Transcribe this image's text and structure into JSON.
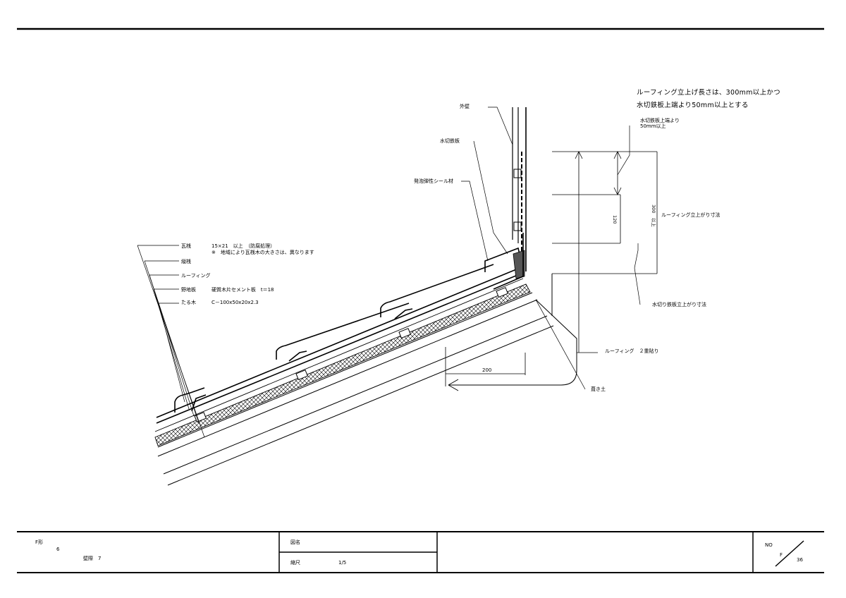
{
  "notes": {
    "main_line1": "ルーフィング立上げ長さは、300mm以上かつ",
    "main_line2": "水切鉄板上端より50mm以上とする",
    "sub_line1": "水切鉄板上端より",
    "sub_line2": "50mm以上"
  },
  "callouts": {
    "outer_wall": "外壁",
    "flashing": "水切鉄板",
    "sealant": "発泡弾性シール材",
    "roofing_rise": "ルーフィング立上がり寸法",
    "flashing_rise": "水切り鉄板立上がり寸法",
    "roofing_double": "ルーフィング　２重貼り",
    "mortar": "葺き土"
  },
  "legend": [
    {
      "name": "瓦桟",
      "spec": "15×21　以上　（防腐処理）"
    },
    {
      "name": "",
      "spec": "※　地域により瓦桟木の大きさは、異なります"
    },
    {
      "name": "縦桟",
      "spec": ""
    },
    {
      "name": "ルーフィング",
      "spec": ""
    },
    {
      "name": "野地板",
      "spec": "硬質木片セメント板　t＝18"
    },
    {
      "name": "たる木",
      "spec": "C－100x50x20x2.3"
    }
  ],
  "dimensions": {
    "d300": "300　以上",
    "d120": "120",
    "d200": "200"
  },
  "title_block": {
    "fig_label": "F形",
    "fig_num": "6",
    "location": "壁際　7",
    "drawing_name_label": "図名",
    "scale_label": "縮尺",
    "scale_value": "1/5",
    "no_label": "NO",
    "no_prefix": "F",
    "no_number": "36"
  }
}
